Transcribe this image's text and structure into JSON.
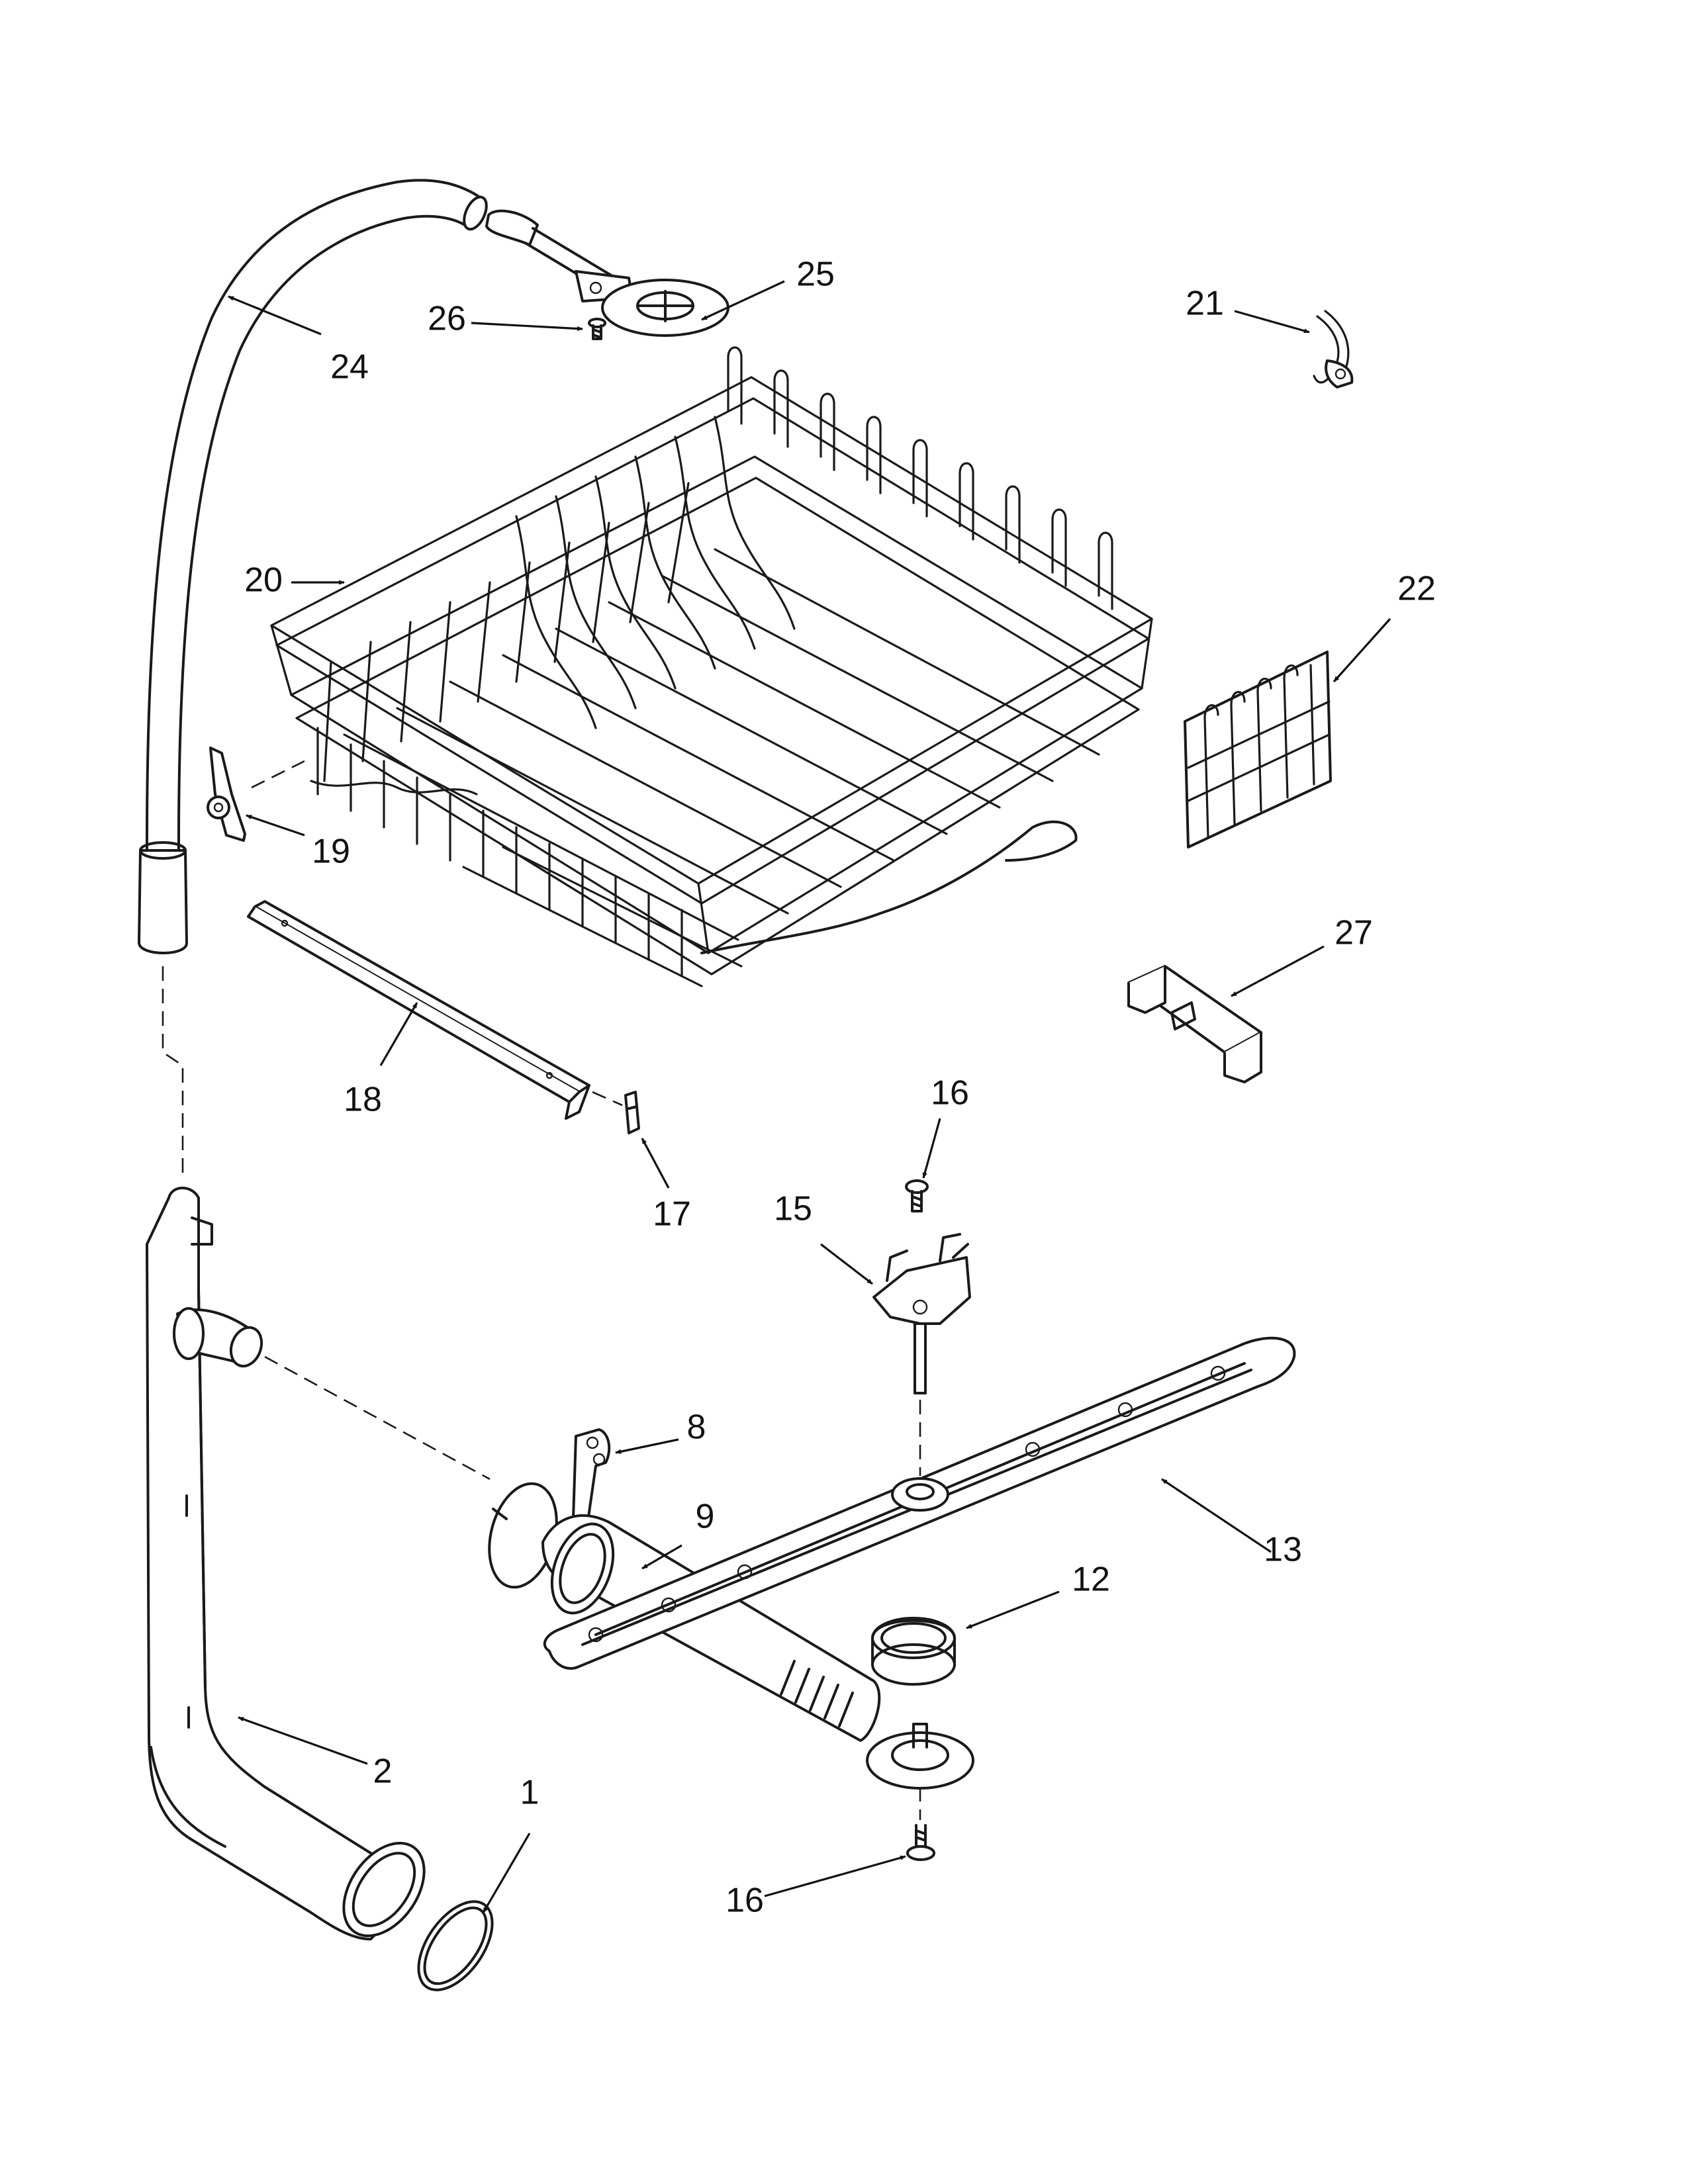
{
  "callouts": {
    "c1": "1",
    "c2": "2",
    "c8": "8",
    "c9": "9",
    "c12": "12",
    "c13": "13",
    "c15": "15",
    "c16_top": "16",
    "c16_bottom": "16",
    "c17": "17",
    "c18": "18",
    "c19": "19",
    "c20": "20",
    "c21": "21",
    "c22": "22",
    "c24": "24",
    "c25": "25",
    "c26": "26",
    "c27": "27"
  },
  "colors": {
    "line": "#1a1a1a",
    "background": "#ffffff"
  }
}
